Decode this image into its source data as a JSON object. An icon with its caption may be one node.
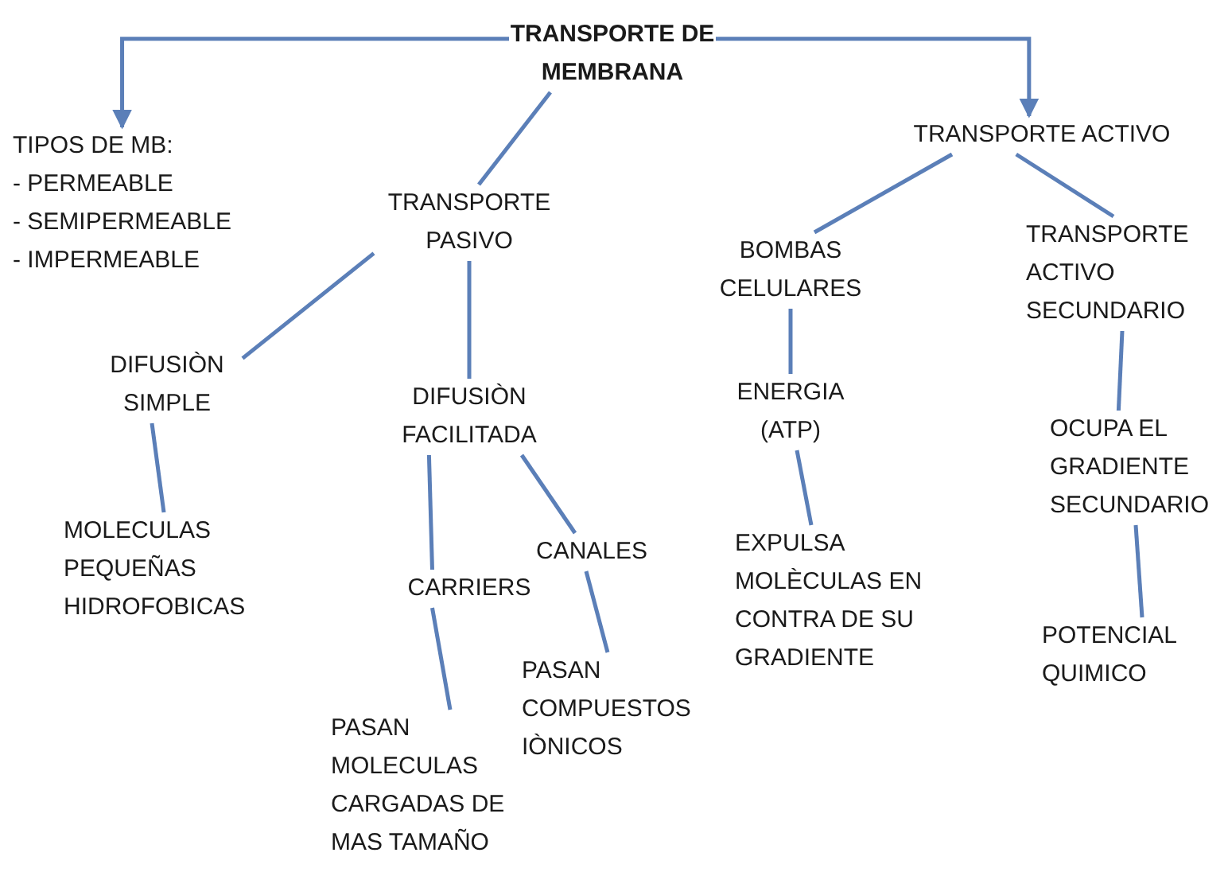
{
  "diagram": {
    "nodes": [
      {
        "text": [
          "TRANSPORTE DE MEMBRANA"
        ]
      },
      {
        "text": [
          "TIPOS DE MB:",
          "- PERMEABLE",
          "- SEMIPERMEABLE",
          "- IMPERMEABLE"
        ]
      },
      {
        "text": [
          "TRANSPORTE PASIVO"
        ]
      },
      {
        "text": [
          "TRANSPORTE ACTIVO"
        ]
      },
      {
        "text": [
          "DIFUSIÒN SIMPLE"
        ]
      },
      {
        "text": [
          "DIFUSIÒN FACILITADA"
        ]
      },
      {
        "text": [
          "BOMBAS CELULARES"
        ]
      },
      {
        "text": [
          "TRANSPORTE ACTIVO SECUNDARIO"
        ]
      },
      {
        "text": [
          "MOLECULAS PEQUEÑAS HIDROFOBICAS"
        ]
      },
      {
        "text": [
          "CARRIERS"
        ]
      },
      {
        "text": [
          "CANALES"
        ]
      },
      {
        "text": [
          "ENERGIA (ATP)"
        ]
      },
      {
        "text": [
          "OCUPA EL GRADIENTE SECUNDARIO"
        ]
      },
      {
        "text": [
          "EXPULSA MOLÈCULAS EN CONTRA DE SU GRADIENTE"
        ]
      },
      {
        "text": [
          "POTENCIAL QUIMICO"
        ]
      },
      {
        "text": [
          "PASAN COMPUESTOS IÒNICOS"
        ]
      },
      {
        "text": [
          "PASAN MOLECULAS CARGADAS DE MAS TAMAÑO"
        ]
      }
    ],
    "edges": [
      {
        "from": 0,
        "to": 1,
        "arrow": "to"
      },
      {
        "from": 0,
        "to": 3,
        "arrow": "to"
      },
      {
        "from": 0,
        "to": 2,
        "arrow": "none"
      },
      {
        "from": 2,
        "to": 4,
        "arrow": "none"
      },
      {
        "from": 2,
        "to": 5,
        "arrow": "none"
      },
      {
        "from": 3,
        "to": 6,
        "arrow": "none"
      },
      {
        "from": 3,
        "to": 7,
        "arrow": "none"
      },
      {
        "from": 6,
        "to": 11,
        "arrow": "none"
      },
      {
        "from": 7,
        "to": 12,
        "arrow": "none"
      },
      {
        "from": 4,
        "to": 8,
        "arrow": "none"
      },
      {
        "from": 5,
        "to": 9,
        "arrow": "none"
      },
      {
        "from": 5,
        "to": 10,
        "arrow": "none"
      },
      {
        "from": 9,
        "to": 16,
        "arrow": "none"
      },
      {
        "from": 10,
        "to": 15,
        "arrow": "none"
      },
      {
        "from": 11,
        "to": 13,
        "arrow": "none"
      },
      {
        "from": 12,
        "to": 14,
        "arrow": "none"
      }
    ]
  }
}
